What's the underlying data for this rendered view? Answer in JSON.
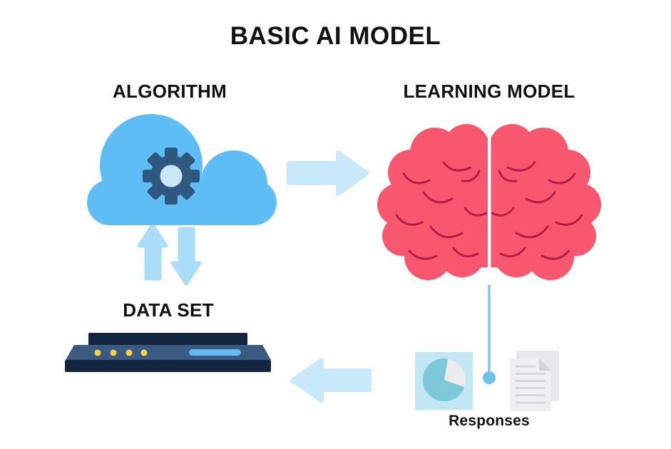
{
  "title": "BASIC AI MODEL",
  "diagram": {
    "nodes": [
      {
        "id": "algorithm",
        "label": "ALGORITHM",
        "icon": "cloud-gear-icon"
      },
      {
        "id": "learning-model",
        "label": "LEARNING MODEL",
        "icon": "brain-icon"
      },
      {
        "id": "data-set",
        "label": "DATA SET",
        "icon": "server-icon"
      },
      {
        "id": "responses",
        "label": "Responses",
        "icons": [
          "pie-chart-icon",
          "documents-icon"
        ]
      }
    ],
    "flows": [
      {
        "from": "algorithm",
        "to": "learning-model",
        "style": "arrow-right"
      },
      {
        "from": "algorithm",
        "to": "data-set",
        "style": "arrows-up-down"
      },
      {
        "from": "learning-model",
        "to": "responses",
        "style": "connector-line-dot"
      },
      {
        "from": "responses",
        "to": "data-set",
        "style": "arrow-left"
      }
    ]
  },
  "colors": {
    "background": "#ffffff",
    "text": "#111111",
    "cloud": "#5FBDF5",
    "gear": "#2F5880",
    "gear_center": "#C9E7F6",
    "brain": "#F7586F",
    "brain_lines": "#B51F45",
    "arrow_horizontal": "#C8E9FA",
    "arrow_vertical": "#A9DCF7",
    "server_dark": "#13253F",
    "server_mid": "#3A5A80",
    "server_light_bar": "#63B9F0",
    "server_dots": "#F7CE46",
    "pie_background": "#C2E6F4",
    "pie_fill": "#7DC9DA",
    "pie_slice": "#ECECEC",
    "doc_front": "#EFEFF1",
    "doc_back": "#E8E8EB",
    "doc_lines": "#D6D6DA",
    "doc_fold": "#D2D2D6",
    "connector_line": "#7CC8E8",
    "connector_dot": "#6EC3E5"
  }
}
